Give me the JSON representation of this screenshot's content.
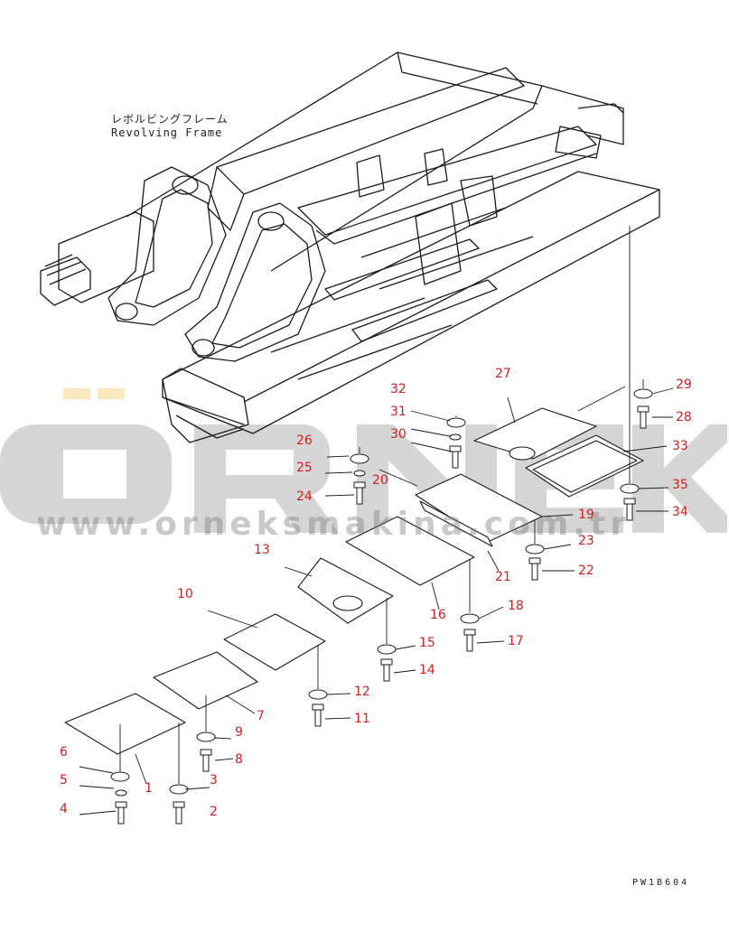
{
  "title_jp": "レボルビングフレーム",
  "title_en": "Revolving Frame",
  "drawing_ref": "PW1B604",
  "watermark": {
    "brand": "ÖRNEK",
    "url": "www.orneksmakina.com.tr",
    "accent_color": "#f0c040",
    "text_color": "#9a9a9a"
  },
  "callouts": [
    "1",
    "2",
    "3",
    "4",
    "5",
    "6",
    "7",
    "8",
    "9",
    "10",
    "11",
    "12",
    "13",
    "14",
    "15",
    "16",
    "17",
    "18",
    "19",
    "20",
    "21",
    "22",
    "23",
    "24",
    "25",
    "26",
    "27",
    "28",
    "29",
    "30",
    "31",
    "32",
    "33",
    "34",
    "35"
  ],
  "line_color": "#1a1a1a",
  "callout_color": "#d02020"
}
